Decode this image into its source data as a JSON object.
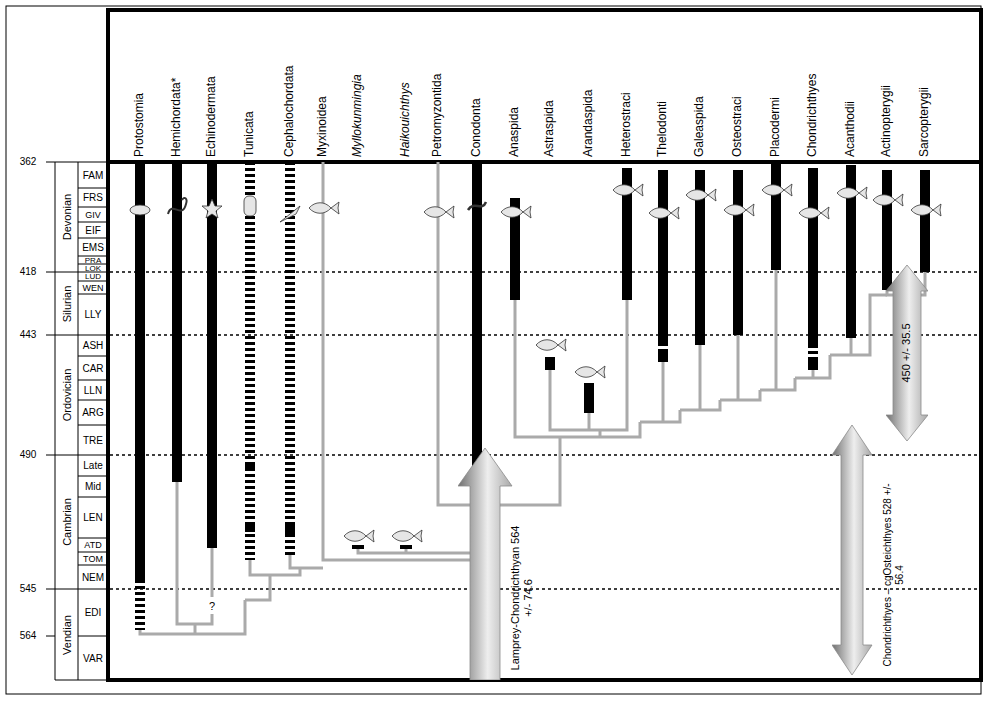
{
  "diagram": {
    "nodes": [
      {
        "text": [
          "Lamprey-Chondrichthyan 564 +/- 74.6"
        ]
      },
      {
        "text": [
          "Chondrichthyes – cgOsteichthyes 528 +/- 56.4"
        ]
      },
      {
        "text": [
          "450 +/- 35.5"
        ]
      }
    ],
    "labels": [
      "Protostomia",
      "Hemichordata*",
      "Echinodermata",
      "Tunicata",
      "Cephalochordata",
      "Myxinoidea",
      "Myllokunmingia",
      "Haikouichthys",
      "Petromyzontida",
      "Conodonta",
      "Anaspida",
      "Astraspida",
      "Arandaspida",
      "Heterostraci",
      "Thelodonti",
      "Galeaspida",
      "Osteostraci",
      "Placodermi",
      "Chondrichthyes",
      "Acanthodii",
      "Actinopterygii",
      "Sarcopterygii",
      "362",
      "418",
      "443",
      "490",
      "545",
      "564",
      "Devonian",
      "Silurian",
      "Ordovician",
      "Cambrian",
      "Vendian",
      "FAM",
      "FRS",
      "GIV",
      "EIF",
      "EMS",
      "PRA",
      "LOK",
      "LUD",
      "WEN",
      "LLY",
      "ASH",
      "CAR",
      "LLN",
      "ARG",
      "TRE",
      "Late",
      "Mid",
      "LEN",
      "ATD",
      "TOM",
      "NEM",
      "EDI",
      "VAR",
      "?"
    ]
  }
}
